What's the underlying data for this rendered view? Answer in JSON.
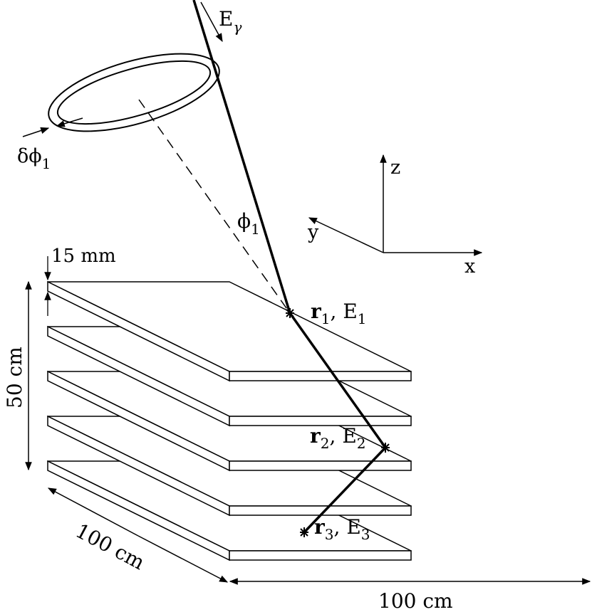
{
  "labels": {
    "energy": {
      "base": "E",
      "sub": "γ"
    },
    "ring_width": {
      "base": "δϕ",
      "sub": "1"
    },
    "cone_angle": {
      "base": "ϕ",
      "sub": "1"
    },
    "axis_z": "z",
    "axis_y": "y",
    "axis_x": "x",
    "gap": "15 mm",
    "height": "50 cm",
    "depth": "100 cm",
    "width": "100 cm",
    "hit1": {
      "vec": "r",
      "vsub": "1",
      "sep": ", ",
      "e": "E",
      "esub": "1"
    },
    "hit2": {
      "vec": "r",
      "vsub": "2",
      "sep": ", ",
      "e": "E",
      "esub": "2"
    },
    "hit3": {
      "vec": "r",
      "vsub": "3",
      "sep": ", ",
      "e": "E",
      "esub": "3"
    }
  },
  "colors": {
    "ink": "#000000",
    "paper": "#ffffff"
  }
}
